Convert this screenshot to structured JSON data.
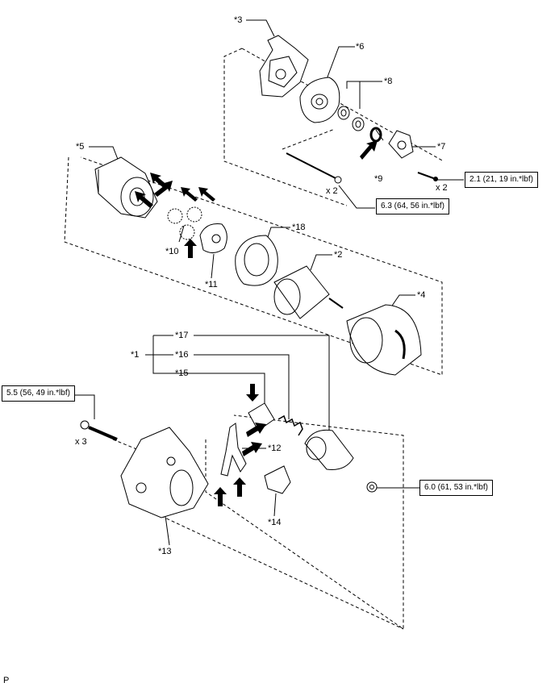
{
  "callouts": {
    "c1": "*1",
    "c2": "*2",
    "c3": "*3",
    "c4": "*4",
    "c5": "*5",
    "c6": "*6",
    "c7": "*7",
    "c8": "*8",
    "c9": "*9",
    "c10": "*10",
    "c11": "*11",
    "c12": "*12",
    "c13": "*13",
    "c14": "*14",
    "c15": "*15",
    "c16": "*16",
    "c17": "*17",
    "c18": "*18"
  },
  "quantities": {
    "q_through_bolt": "x 2",
    "q_screw": "x 2",
    "q_bolt": "x 3"
  },
  "torques": {
    "t_screw": "2.1 (21, 19 in.*lbf)",
    "t_through_bolt": "6.3 (64, 56 in.*lbf)",
    "t_bolt": "5.5 (56, 49 in.*lbf)",
    "t_nut": "6.0 (61, 53 in.*lbf)"
  },
  "footer": {
    "code": "P"
  },
  "colors": {
    "line": "#000000",
    "fill": "#ffffff",
    "shade": "#d9d9d9"
  }
}
